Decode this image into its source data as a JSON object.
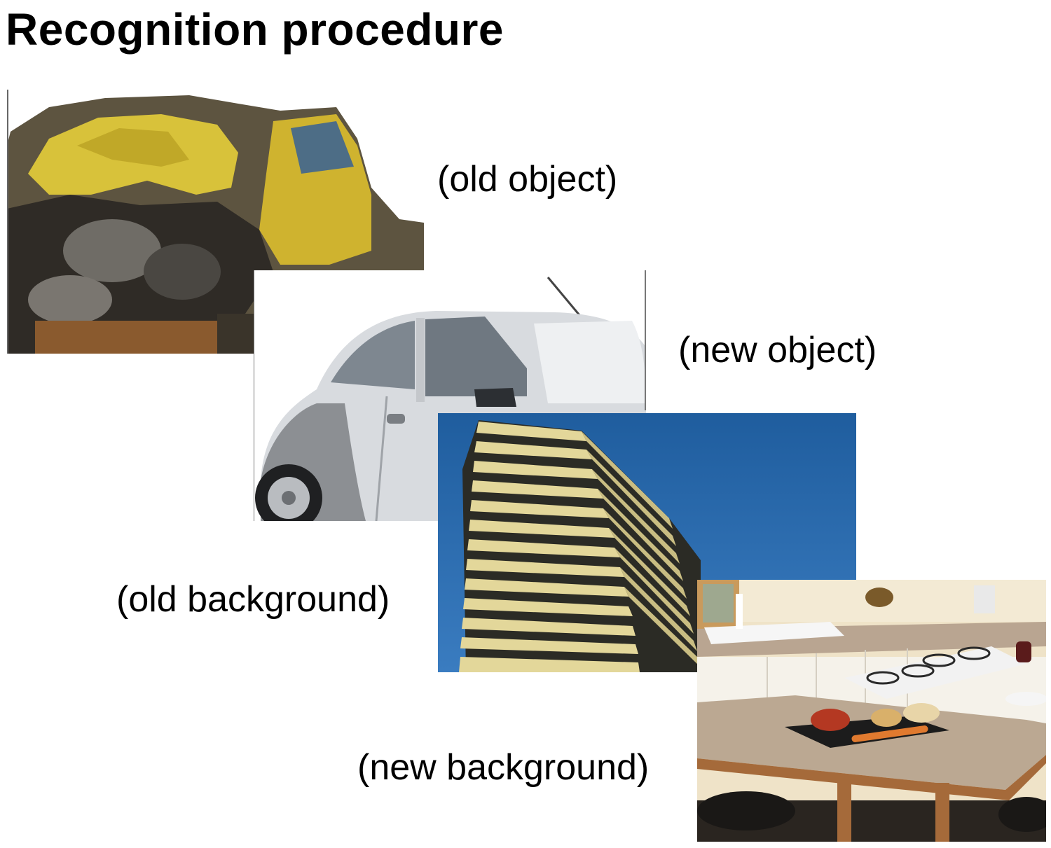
{
  "slide": {
    "title": "Recognition procedure",
    "captions": {
      "old_object": "(old object)",
      "new_object": "(new object)",
      "old_background": "(old background)",
      "new_background": "(new background)"
    }
  },
  "colors": {
    "crashed_taxi_yellow": "#d8c23a",
    "silver_car": "#cfd2d6",
    "sky_blue": "#2a6aa8",
    "building_cream": "#e3d79a",
    "granite_counter": "#b9a591"
  }
}
